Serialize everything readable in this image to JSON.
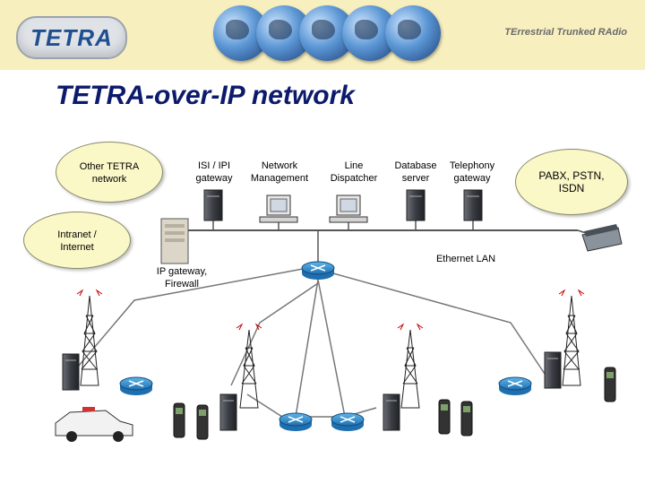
{
  "header": {
    "logo_text": "TETRA",
    "tagline": "TErrestrial Trunked RAdio"
  },
  "title": "TETRA-over-IP network",
  "clouds": {
    "other_tetra": "Other TETRA\nnetwork",
    "intranet": "Intranet /\nInternet",
    "pabx": "PABX, PSTN,\nISDN"
  },
  "labels": {
    "isi_gateway": "ISI / IPI\ngateway",
    "network_management": "Network\nManagement",
    "line_dispatcher": "Line\nDispatcher",
    "database_server": "Database\nserver",
    "telephony_gateway": "Telephony\ngateway",
    "ip_gateway": "IP gateway,\nFirewall",
    "ethernet_lan": "Ethernet LAN"
  },
  "colors": {
    "banner": "#f7efbe",
    "title": "#0c1a6b",
    "router": "#2d8fd0",
    "cloud": "#fbf8c8"
  }
}
